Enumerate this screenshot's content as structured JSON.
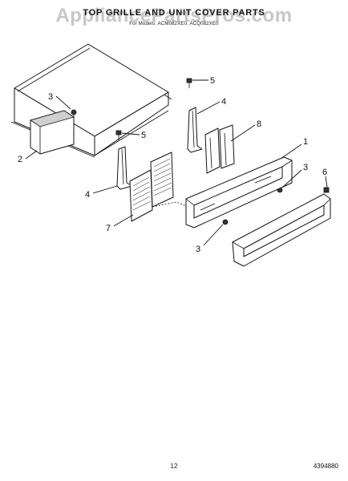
{
  "header": {
    "title": "TOP GRILLE AND UNIT COVER PARTS",
    "subtitle": "For Models: ACM082XE0, ACQ082XE0",
    "watermark": "AppliancePartsPros.com"
  },
  "callouts": [
    "1",
    "2",
    "3",
    "3",
    "3",
    "4",
    "4",
    "5",
    "5",
    "6",
    "7",
    "8"
  ],
  "footer": {
    "page_number": "12",
    "doc_number": "4394880"
  },
  "colors": {
    "line": "#111111",
    "watermark": "#9a9a9a",
    "background": "#ffffff"
  }
}
